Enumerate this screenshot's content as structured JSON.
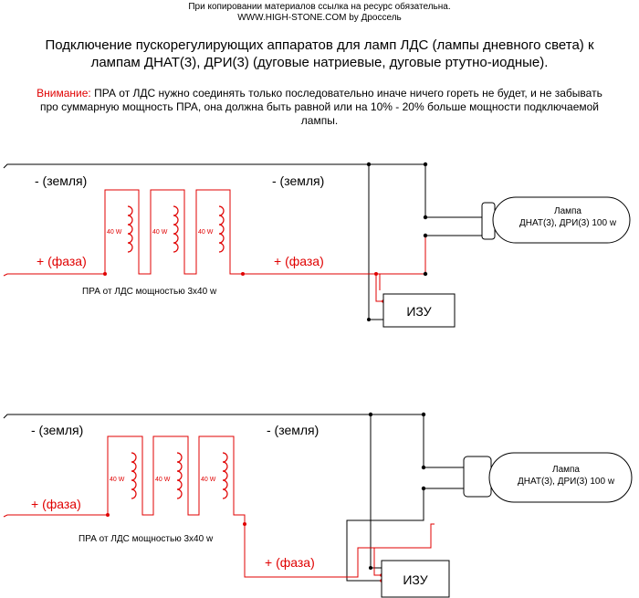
{
  "header": {
    "copyright_line1": "При копировании материалов ссылка на ресурс обязательна.",
    "copyright_line2": "WWW.HIGH-STONE.COM by Дроссель",
    "title": "Подключение пускорегулирующих аппаратов для ламп ЛДС (лампы дневного света) к лампам ДНАТ(3), ДРИ(3) (дуговые натриевые, дуговые ртутно-иодные).",
    "warning_label": "Внимание:",
    "warning_text": " ПРА от ЛДС нужно соединять только последовательно иначе ничего гореть не будет, и не забывать про суммарную мощность ПРА, она должна  быть равной или на 10% - 20% больше мощности подключаемой лампы."
  },
  "diagram1": {
    "ground_left": "- (земля)",
    "ground_right": "- (земля)",
    "phase_left": "+ (фаза)",
    "phase_right": "+ (фаза)",
    "coil_labels": [
      "40 W",
      "40 W",
      "40 W"
    ],
    "ballast_caption": "ПРА от ЛДС мощностью 3х40 w",
    "lamp_line1": "Лампа",
    "lamp_line2": "ДНАТ(3), ДРИ(3) 100 w",
    "igniter": "ИЗУ"
  },
  "diagram2": {
    "ground_left": "- (земля)",
    "ground_right": "- (земля)",
    "phase_left": "+ (фаза)",
    "phase_right": "+ (фаза)",
    "coil_labels": [
      "40 W",
      "40 W",
      "40 W"
    ],
    "ballast_caption": "ПРА от ЛДС мощностью 3х40 w",
    "lamp_line1": "Лампа",
    "lamp_line2": "ДНАТ(3), ДРИ(3) 100 w",
    "igniter": "ИЗУ"
  },
  "colors": {
    "wire_phase": "#e00000",
    "wire_ground": "#000000",
    "warning": "#e00000"
  }
}
